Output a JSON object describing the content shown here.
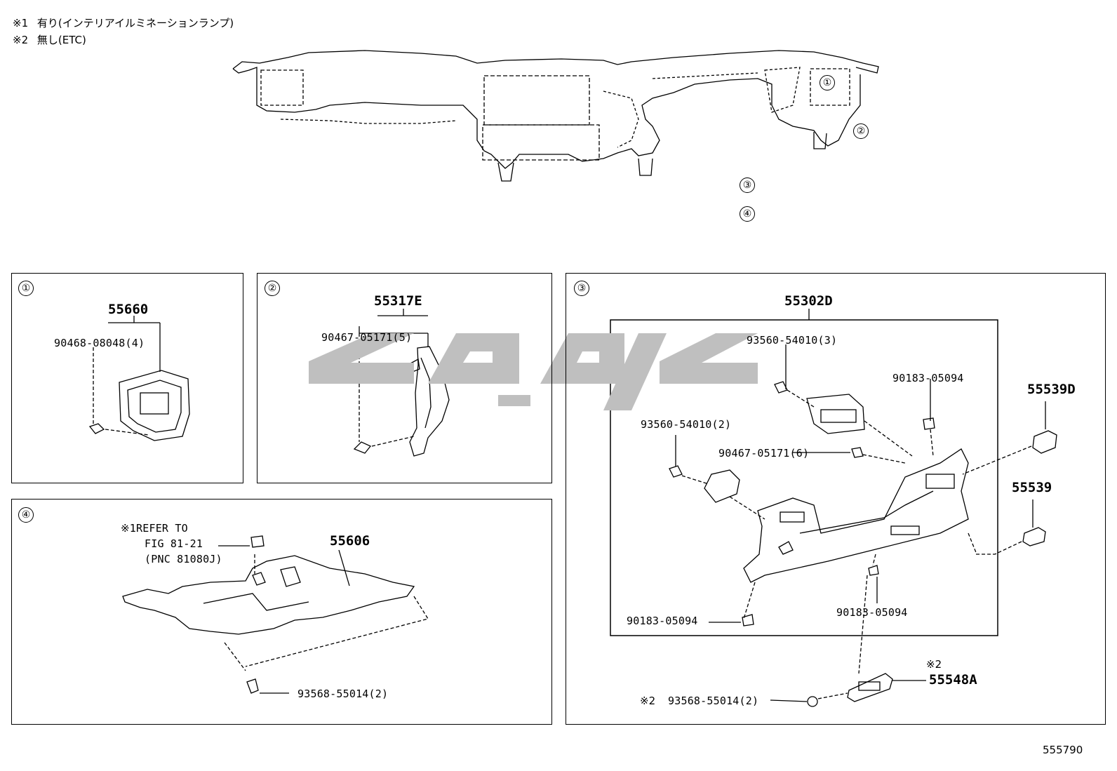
{
  "notes": [
    {
      "mark": "※1",
      "text": "有り(インテリアイルミネーションランプ)"
    },
    {
      "mark": "※2",
      "text": "無し(ETC)"
    }
  ],
  "overview_callouts": [
    "①",
    "②",
    "③",
    "④"
  ],
  "panels": {
    "p1": {
      "number": "①",
      "main_part": "55660",
      "fastener": "90468-08048(4)"
    },
    "p2": {
      "number": "②",
      "main_part": "55317E",
      "fastener": "90467-05171(5)"
    },
    "p3": {
      "number": "③",
      "assembly": "55302D",
      "parts": {
        "screw_top": "93560-54010(3)",
        "clip_right_top": "90183-05094",
        "screw_left": "93560-54010(2)",
        "clip_mid": "90467-05171(6)",
        "clip_bottom_left": "90183-05094",
        "clip_bottom_mid": "90183-05094",
        "cover_d": "55539D",
        "cover": "55539",
        "etc_note": "※2",
        "etc_part": "55548A",
        "etc_screw_note": "※2",
        "etc_screw": "93568-55014(2)"
      }
    },
    "p4": {
      "number": "④",
      "main_part": "55606",
      "ref_note": "※1",
      "ref_line1": "REFER TO",
      "ref_line2": "FIG 81-21",
      "ref_line3": "(PNC 81080J)",
      "screw": "93568-55014(2)"
    }
  },
  "figure_id": "555790"
}
